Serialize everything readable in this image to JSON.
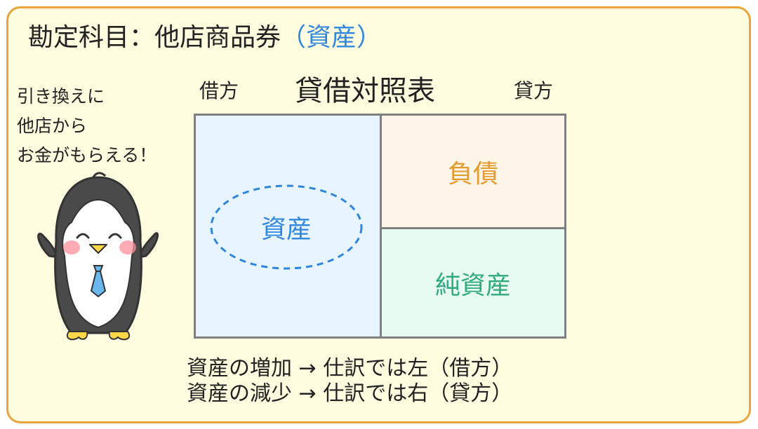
{
  "header": {
    "title": "勘定科目：他店商品券",
    "category": "（資産）"
  },
  "speech": {
    "lines": [
      "引き換えに",
      "他店から",
      "お金がもらえる！"
    ]
  },
  "balance_sheet": {
    "title": "貸借対照表",
    "debit_label": "借方",
    "credit_label": "貸方",
    "asset_label": "資産",
    "liability_label": "負債",
    "equity_label": "純資産"
  },
  "rules": {
    "increase": "資産の増加 → 仕訳では左（借方）",
    "decrease": "資産の減少 → 仕訳では右（貸方）"
  },
  "colors": {
    "border": "#e9a53c",
    "background": "#fffde0",
    "asset": "#2e86de",
    "liability": "#e69b2f",
    "equity": "#2faa7a"
  },
  "icons": {
    "mascot": "penguin-icon"
  }
}
